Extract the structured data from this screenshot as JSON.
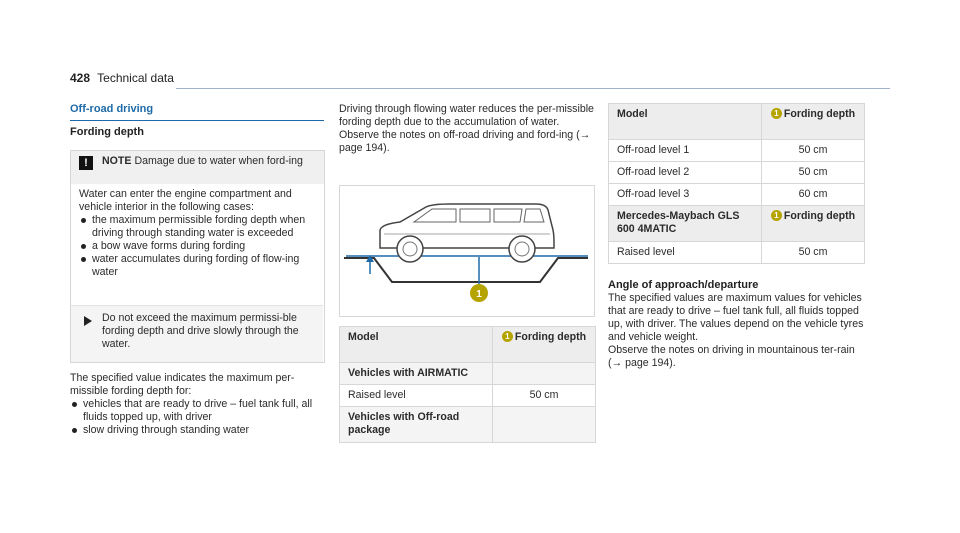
{
  "header": {
    "page_number": "428",
    "section": "Technical data"
  },
  "left": {
    "title": "Off-road driving",
    "subtitle": "Fording depth",
    "note": {
      "label": "NOTE",
      "heading": "Damage due to water when ford-ing",
      "intro": "Water can enter the engine compartment and vehicle interior in the following cases:",
      "bullets": [
        "the maximum permissible fording depth when driving through standing water is exceeded",
        "a bow wave forms during fording",
        "water accumulates during fording of flow-ing water"
      ],
      "tip": "Do not exceed the maximum permissi-ble fording depth and drive slowly through the water."
    },
    "para": "The specified value indicates the maximum per-missible fording depth for:",
    "para_bullets": [
      "vehicles that are ready to drive – fuel tank full, all fluids topped up, with driver",
      "slow driving through standing water"
    ]
  },
  "middle": {
    "para1": "Driving through flowing water reduces the per-missible fording depth due to the accumulation of water.",
    "para2": "Observe the notes on off-road driving and ford-ing (→ page 194).",
    "illustration_callout": "1",
    "table": {
      "head": [
        "Model",
        "1",
        "Fording depth"
      ],
      "rows": [
        [
          "Vehicles with AIRMATIC",
          ""
        ],
        [
          "Raised level",
          "50 cm"
        ],
        [
          "Vehicles with Off-road package",
          ""
        ]
      ]
    }
  },
  "right": {
    "table1": {
      "head": [
        "Model",
        "1",
        "Fording depth"
      ],
      "rows": [
        [
          "Off-road level 1",
          "50 cm"
        ],
        [
          "Off-road level 2",
          "50 cm"
        ],
        [
          "Off-road level 3",
          "60 cm"
        ]
      ]
    },
    "table2": {
      "head": [
        "Mercedes-Maybach GLS 600 4MATIC",
        "1",
        "Fording depth"
      ],
      "rows": [
        [
          "Raised level",
          "50 cm"
        ]
      ]
    },
    "angle_title": "Angle of approach/departure",
    "angle_text": "The specified values are maximum values for vehicles that are ready to drive – fuel tank full, all fluids topped up, with driver. The values depend on the vehicle tyres and vehicle weight.",
    "angle_note": "Observe the notes on driving in mountainous ter-rain (→ page 194)."
  },
  "colors": {
    "accent": "#1e6aa8",
    "callout": "#b5a400"
  }
}
